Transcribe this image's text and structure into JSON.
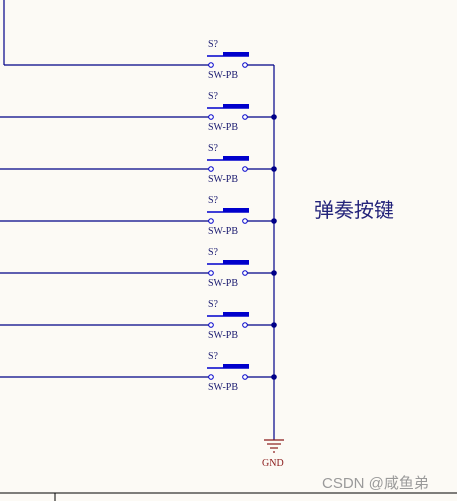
{
  "switches": [
    {
      "ref": "S?",
      "value": "SW-PB"
    },
    {
      "ref": "S?",
      "value": "SW-PB"
    },
    {
      "ref": "S?",
      "value": "SW-PB"
    },
    {
      "ref": "S?",
      "value": "SW-PB"
    },
    {
      "ref": "S?",
      "value": "SW-PB"
    },
    {
      "ref": "S?",
      "value": "SW-PB"
    },
    {
      "ref": "S?",
      "value": "SW-PB"
    }
  ],
  "ground_label": "GND",
  "caption": "弹奏按键",
  "watermark": "CSDN @咸鱼弟"
}
